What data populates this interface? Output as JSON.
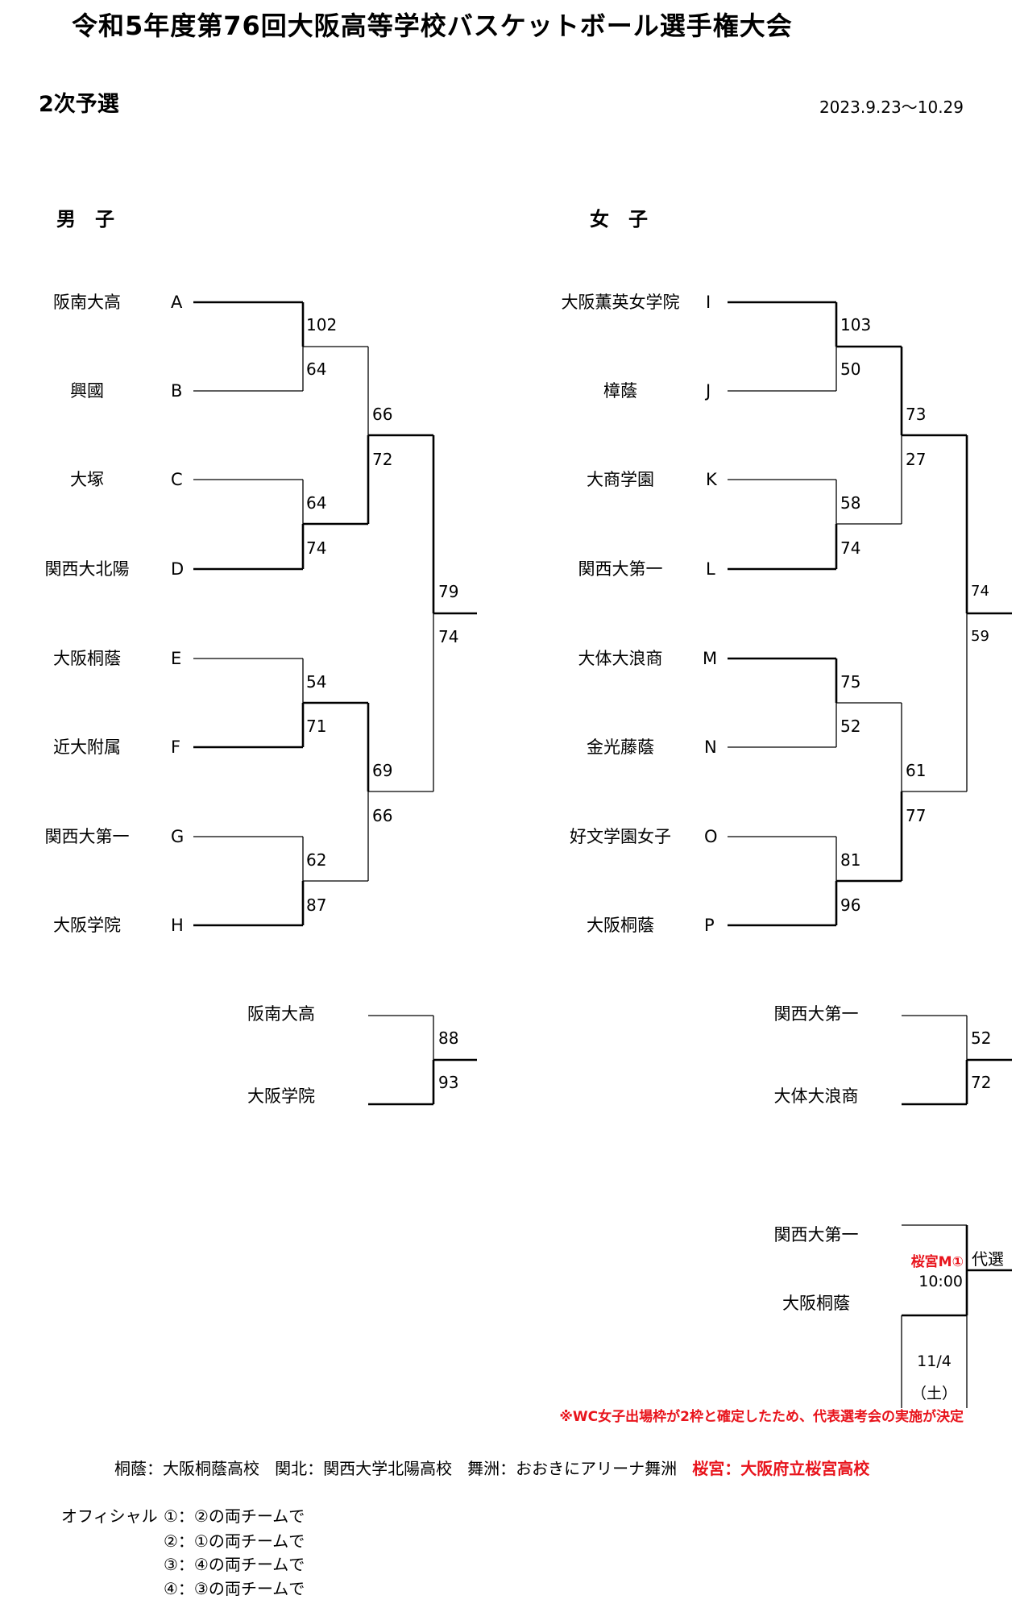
{
  "title": "令和5年度第76回大阪高等学校バスケットボール選手権大会",
  "subtitle": "2次予選",
  "dates": "2023.9.23～10.29",
  "men": {
    "heading": "男　子",
    "teams": [
      {
        "name": "阪南大高",
        "letter": "A"
      },
      {
        "name": "興國",
        "letter": "B"
      },
      {
        "name": "大塚",
        "letter": "C"
      },
      {
        "name": "関西大北陽",
        "letter": "D"
      },
      {
        "name": "大阪桐蔭",
        "letter": "E"
      },
      {
        "name": "近大附属",
        "letter": "F"
      },
      {
        "name": "関西大第一",
        "letter": "G"
      },
      {
        "name": "大阪学院",
        "letter": "H"
      }
    ],
    "round1_scores": [
      "102",
      "64",
      "64",
      "74",
      "54",
      "71",
      "62",
      "87"
    ],
    "round2_scores": [
      "66",
      "72",
      "69",
      "66"
    ],
    "final_scores": [
      "79",
      "74"
    ],
    "third_place": {
      "teams": [
        "阪南大高",
        "大阪学院"
      ],
      "scores": [
        "88",
        "93"
      ]
    }
  },
  "women": {
    "heading": "女　子",
    "teams": [
      {
        "name": "大阪薫英女学院",
        "letter": "I"
      },
      {
        "name": "樟蔭",
        "letter": "J"
      },
      {
        "name": "大商学園",
        "letter": "K"
      },
      {
        "name": "関西大第一",
        "letter": "L"
      },
      {
        "name": "大体大浪商",
        "letter": "M"
      },
      {
        "name": "金光藤蔭",
        "letter": "N"
      },
      {
        "name": "好文学園女子",
        "letter": "O"
      },
      {
        "name": "大阪桐蔭",
        "letter": "P"
      }
    ],
    "round1_scores": [
      "103",
      "50",
      "58",
      "74",
      "75",
      "52",
      "81",
      "96"
    ],
    "round2_scores": [
      "73",
      "27",
      "61",
      "77"
    ],
    "final_scores": [
      "74",
      "59"
    ],
    "third_place": {
      "teams": [
        "関西大第一",
        "大体大浪商"
      ],
      "scores": [
        "52",
        "72"
      ]
    },
    "playoff": {
      "teams": [
        "関西大第一",
        "大阪桐蔭"
      ],
      "venue": "桜宮M①",
      "time": "10:00",
      "date": "11/4",
      "day": "（土）",
      "result_label": "代選"
    }
  },
  "note": "※WC女子出場枠が2枠と確定したため、代表選考会の実施が決定",
  "legend": {
    "items": [
      "桐蔭：大阪桐蔭高校",
      "関北：関西大学北陽高校",
      "舞洲：おおきにアリーナ舞洲"
    ],
    "highlight": "桜宮：大阪府立桜宮高校"
  },
  "officials": {
    "label": "オフィシャル",
    "lines": [
      "①：②の両チームで",
      "②：①の両チームで",
      "③：④の両チームで",
      "④：③の両チームで"
    ]
  },
  "colors": {
    "accent": "#e8141c"
  }
}
